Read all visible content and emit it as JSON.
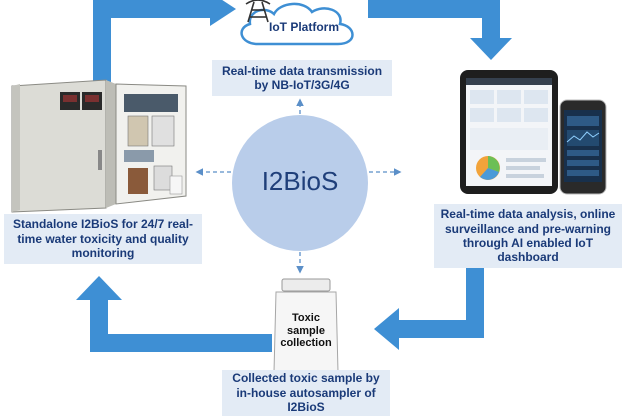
{
  "center_label": "I2BioS",
  "iot_platform_label": "IoT Platform",
  "transmission_box": [
    "Real-time data transmission",
    "by NB-IoT/3G/4G"
  ],
  "standalone_box": [
    "Standalone I2BioS for 24/7 real-",
    "time water toxicity and quality",
    "monitoring"
  ],
  "analysis_box": [
    "Real-time data analysis, online",
    "surveillance and pre-warning",
    "through AI enabled IoT",
    "dashboard"
  ],
  "sample_box": [
    "Collected toxic sample by",
    "in-house autosampler of",
    "I2BioS"
  ],
  "bottle_label": [
    "Toxic",
    "sample",
    "collection"
  ],
  "colors": {
    "arrow": "#3e8fd4",
    "box_fill": "#e3ebf5",
    "box_text": "#1a3a78",
    "circle_fill": "#b9cdea",
    "center_text": "#1f3f7a",
    "dashed_arrow": "#5b8fc8"
  }
}
